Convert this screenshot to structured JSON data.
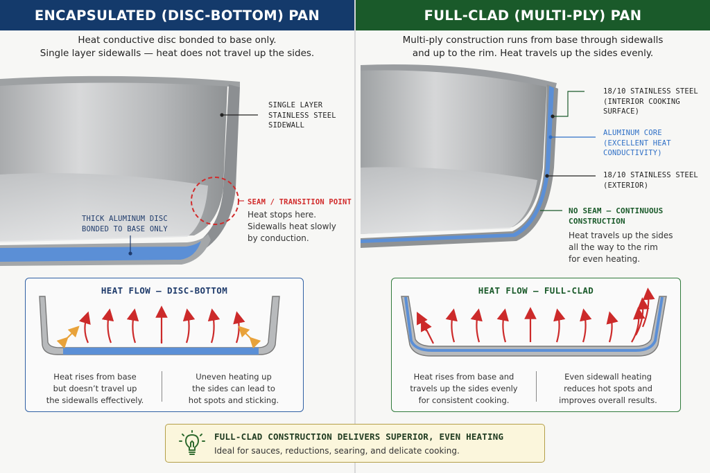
{
  "left": {
    "title": "ENCAPSULATED (DISC-BOTTOM) PAN",
    "subtitle": [
      "Heat conductive disc bonded to base only.",
      "Single layer sidewalls — heat does not travel up the sides."
    ],
    "callout_sidewall": [
      "SINGLE LAYER",
      "STAINLESS STEEL",
      "SIDEWALL"
    ],
    "callout_seam_title": "SEAM / TRANSITION POINT",
    "callout_seam_desc": [
      "Heat stops here.",
      "Sidewalls heat slowly",
      "by conduction."
    ],
    "callout_disc": [
      "THICK ALUMINUM DISC",
      "BONDED TO BASE ONLY"
    ],
    "flow_title": "HEAT FLOW – DISC-BOTTOM",
    "note_left": [
      "Heat rises from base",
      "but doesn’t travel up",
      "the sidewalls effectively."
    ],
    "note_right": [
      "Uneven heating up",
      "the sides can lead to",
      "hot spots and sticking."
    ]
  },
  "right": {
    "title": "FULL-CLAD (MULTI-PLY) PAN",
    "subtitle": [
      "Multi-ply construction runs from base through sidewalls",
      "and up to the rim. Heat travels up the sides evenly."
    ],
    "callout_interior": [
      "18/10 STAINLESS STEEL",
      "(INTERIOR COOKING",
      "SURFACE)"
    ],
    "callout_core": [
      "ALUMINUM CORE",
      "(EXCELLENT HEAT",
      "CONDUCTIVITY)"
    ],
    "callout_exterior": [
      "18/10 STAINLESS STEEL",
      "(EXTERIOR)"
    ],
    "callout_noseam_title": [
      "NO SEAM – CONTINUOUS",
      "CONSTRUCTION"
    ],
    "callout_noseam_desc": [
      "Heat travels up the sides",
      "all the way to the rim",
      "for even heating."
    ],
    "flow_title": "HEAT FLOW – FULL-CLAD",
    "note_left": [
      "Heat rises from base and",
      "travels up the sides evenly",
      "for consistent cooking."
    ],
    "note_right": [
      "Even sidewall heating",
      "reduces hot spots and",
      "improves overall results."
    ]
  },
  "banner": {
    "title": "FULL-CLAD CONSTRUCTION DELIVERS SUPERIOR, EVEN HEATING",
    "subtitle": "Ideal for sauces, reductions, searing, and delicate cooking.",
    "icon": "lightbulb-icon"
  },
  "colors": {
    "left_header": "#143a6b",
    "right_header": "#1a5a2a",
    "aluminum_blue": "#5b8fd6",
    "heat_red": "#cc2a2a",
    "weak_heat_orange": "#e8a23a",
    "seam_red": "#d12b2b"
  }
}
